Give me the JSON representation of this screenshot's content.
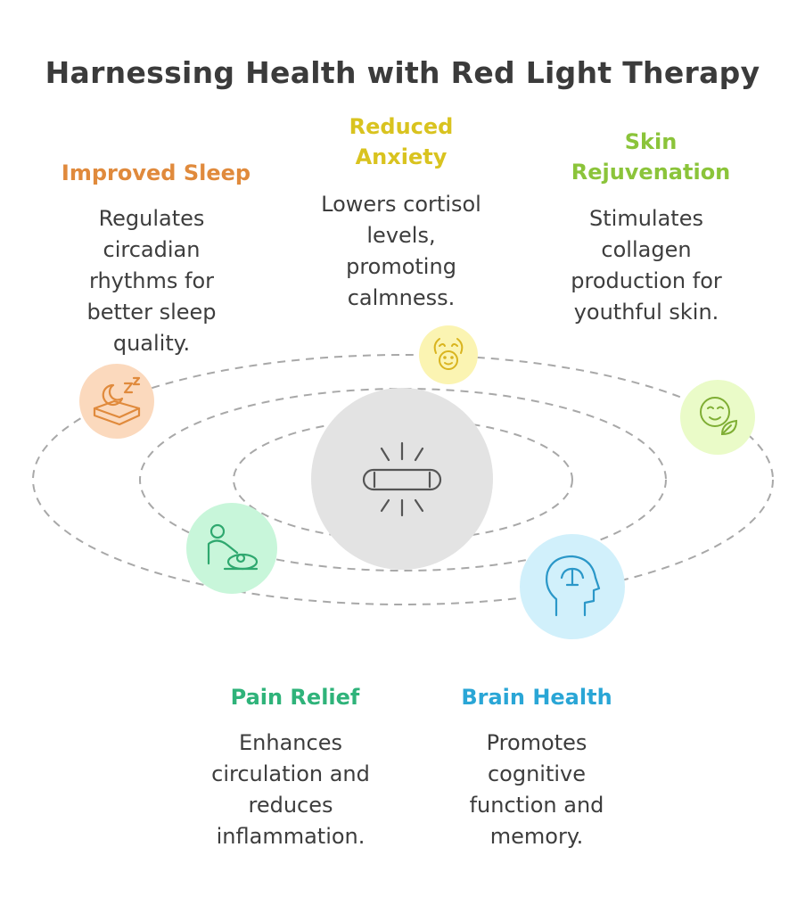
{
  "title": "Harnessing Health with Red Light Therapy",
  "colors": {
    "sleep": "#e08a3c",
    "anxiety": "#d9c31f",
    "skin": "#8bc43a",
    "pain": "#2fb37a",
    "brain": "#2aa6d6",
    "center": "#e3e3e3",
    "orbit": "#a8a8a8"
  },
  "center": {
    "icon": "light-bar-icon"
  },
  "benefits": [
    {
      "key": "sleep",
      "heading_lines": [
        "Improved Sleep"
      ],
      "desc_lines": [
        "Regulates",
        "circadian",
        "rhythms for",
        "better sleep",
        "quality."
      ],
      "icon": "sleep-icon"
    },
    {
      "key": "anxiety",
      "heading_lines": [
        "Reduced",
        "Anxiety"
      ],
      "desc_lines": [
        "Lowers cortisol",
        "levels,",
        "promoting",
        "calmness."
      ],
      "icon": "calm-face-icon"
    },
    {
      "key": "skin",
      "heading_lines": [
        "Skin",
        "Rejuvenation"
      ],
      "desc_lines": [
        "Stimulates",
        "collagen",
        "production for",
        "youthful skin."
      ],
      "icon": "face-leaf-icon"
    },
    {
      "key": "pain",
      "heading_lines": [
        "Pain Relief"
      ],
      "desc_lines": [
        "Enhances",
        "circulation and",
        "reduces",
        "inflammation."
      ],
      "icon": "massage-icon"
    },
    {
      "key": "brain",
      "heading_lines": [
        "Brain Health"
      ],
      "desc_lines": [
        "Promotes",
        "cognitive",
        "function and",
        "memory."
      ],
      "icon": "brain-head-icon"
    }
  ]
}
